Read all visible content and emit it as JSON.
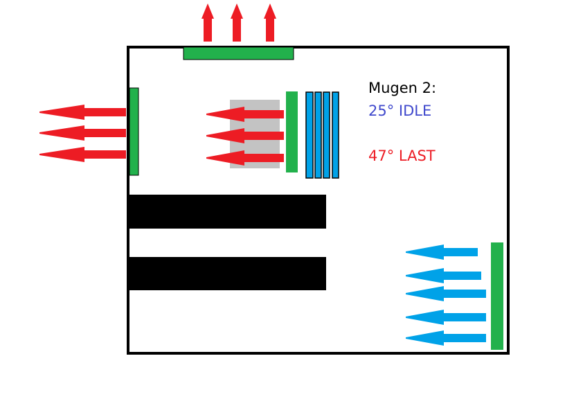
{
  "labels": {
    "cooler_name": "Mugen 2:",
    "idle_temp": "25° IDLE",
    "load_temp": "47° LAST"
  },
  "colors": {
    "exhaust_arrow": "#ed1c24",
    "intake_arrow": "#00a2e8",
    "fan": "#22b14c",
    "heatsink_fin": "#00a2e8",
    "heatsink_block": "#c3c3c3",
    "drive_bay": "#000000",
    "idle_text": "#3f48cc",
    "load_text": "#ed1c24",
    "title_text": "#000000"
  },
  "icons": {
    "exhaust": "arrow-left-icon",
    "top_exhaust": "arrow-up-icon",
    "intake": "arrow-left-icon"
  }
}
